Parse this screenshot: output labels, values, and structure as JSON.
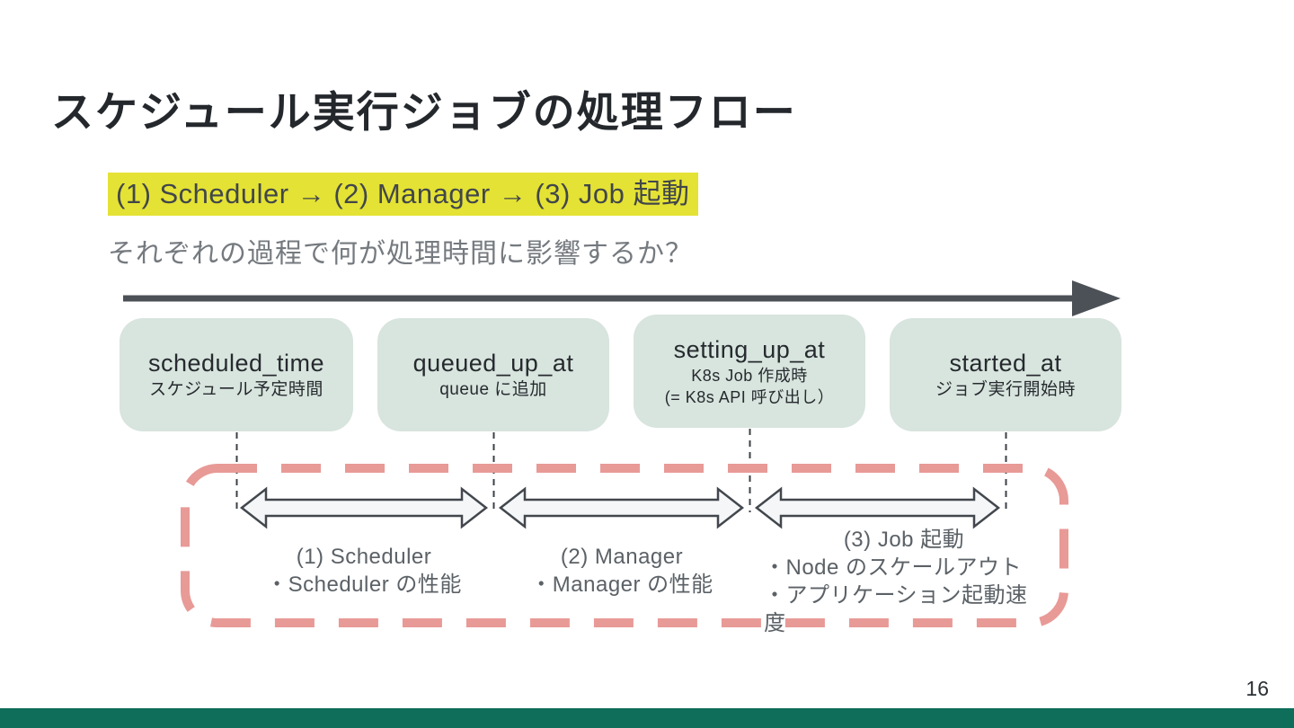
{
  "slide": {
    "title": "スケジュール実行ジョブの処理フロー",
    "highlight": "(1) Scheduler → (2) Manager → (3) Job 起動",
    "subtitle": "それぞれの過程で何が処理時間に影響するか？",
    "page_number": "16"
  },
  "timeline": {
    "boxes": [
      {
        "name": "scheduled_time",
        "lines": [
          "スケジュール予定時間"
        ]
      },
      {
        "name": "queued_up_at",
        "lines": [
          "queue に追加"
        ]
      },
      {
        "name": "setting_up_at",
        "lines": [
          "K8s Job 作成時",
          "(= K8s API 呼び出し）"
        ]
      },
      {
        "name": "started_at",
        "lines": [
          "ジョブ実行開始時"
        ]
      }
    ],
    "phases": [
      {
        "lines": [
          "(1) Scheduler",
          "・Scheduler の性能"
        ]
      },
      {
        "lines": [
          "(2) Manager",
          "・Manager の性能"
        ]
      },
      {
        "lines": [
          "(3) Job 起動",
          "・Node のスケールアウト",
          "・アプリケーション起動速度"
        ]
      }
    ]
  },
  "colors": {
    "highlight_bg": "#e4e234",
    "box_fill": "#d8e4de",
    "timeline_arrow": "#4c5157",
    "phase_outline_pink": "#e89a97",
    "span_arrow_fill": "#f4f6f7",
    "span_arrow_stroke": "#42474d",
    "footer_bar": "#0e6e5a"
  }
}
